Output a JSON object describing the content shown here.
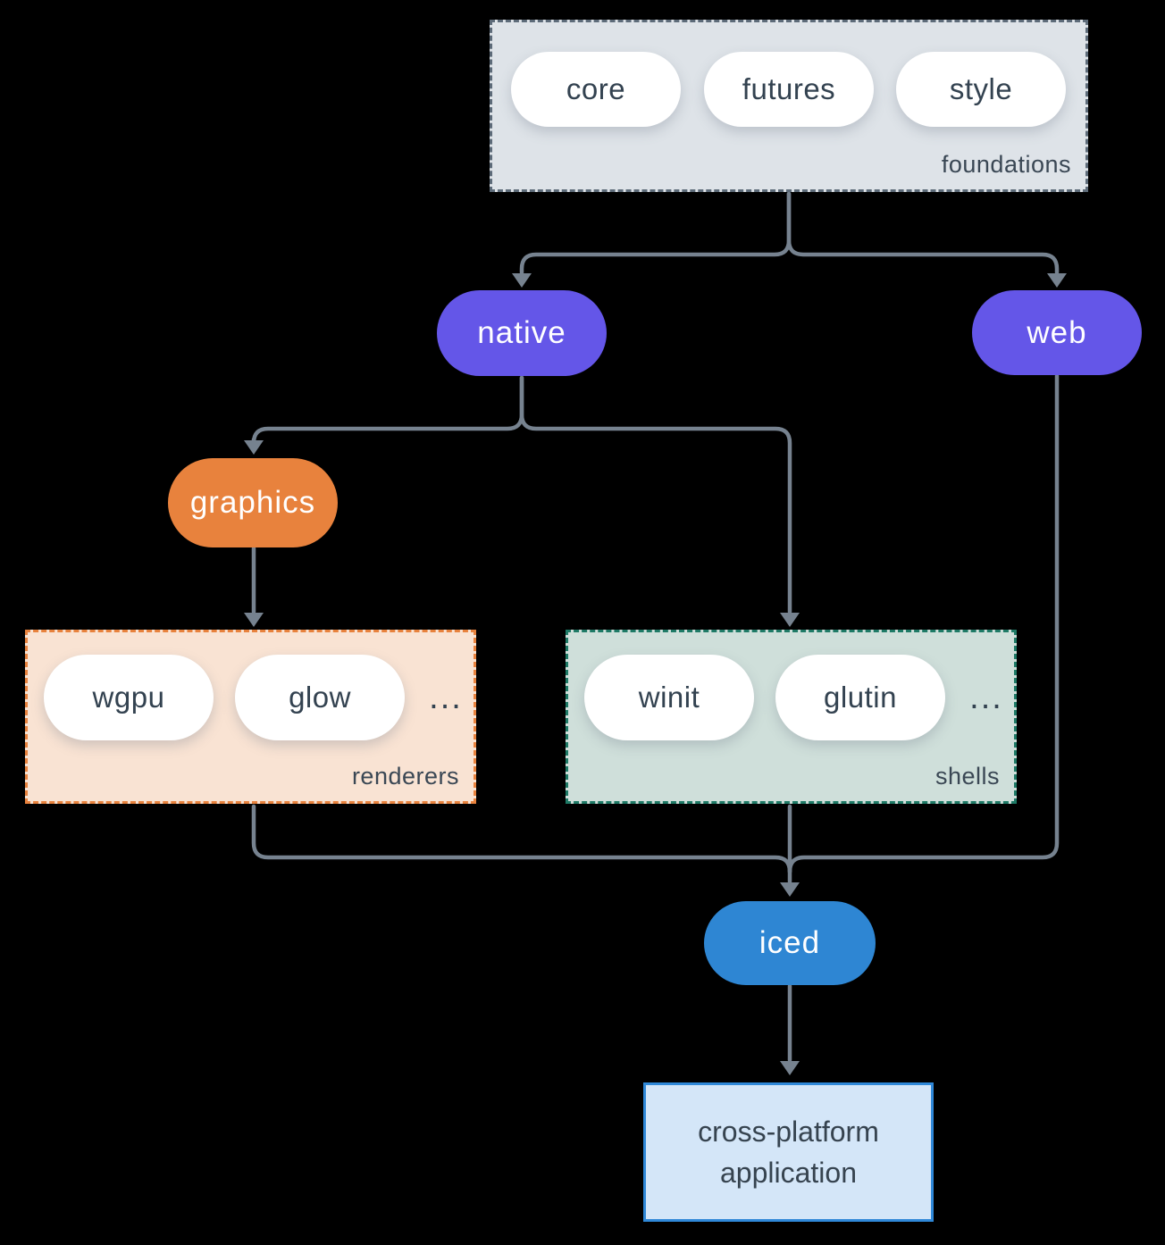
{
  "foundations": {
    "label": "foundations",
    "pills": [
      "core",
      "futures",
      "style"
    ]
  },
  "native": {
    "label": "native"
  },
  "web": {
    "label": "web"
  },
  "graphics": {
    "label": "graphics"
  },
  "renderers": {
    "label": "renderers",
    "pills": [
      "wgpu",
      "glow"
    ],
    "ellipsis": "..."
  },
  "shells": {
    "label": "shells",
    "pills": [
      "winit",
      "glutin"
    ],
    "ellipsis": "..."
  },
  "iced": {
    "label": "iced"
  },
  "application": {
    "label": "cross-platform application"
  },
  "colors": {
    "background": "#000000",
    "connector": "#76828f",
    "foundations_fill": "#dee3e8",
    "foundations_border": "#5d6b79",
    "pill_fill": "#ffffff",
    "pill_text": "#334250",
    "purple_node": "#6456e8",
    "orange_node": "#e8823d",
    "renderers_fill": "#f9e3d3",
    "renderers_border": "#e8823d",
    "shells_fill": "#cfdfda",
    "shells_border": "#1e7a66",
    "iced_blue": "#2e86d3",
    "app_fill": "#d4e6f8",
    "app_border": "#2f88d8",
    "label_text": "#3a4754"
  }
}
